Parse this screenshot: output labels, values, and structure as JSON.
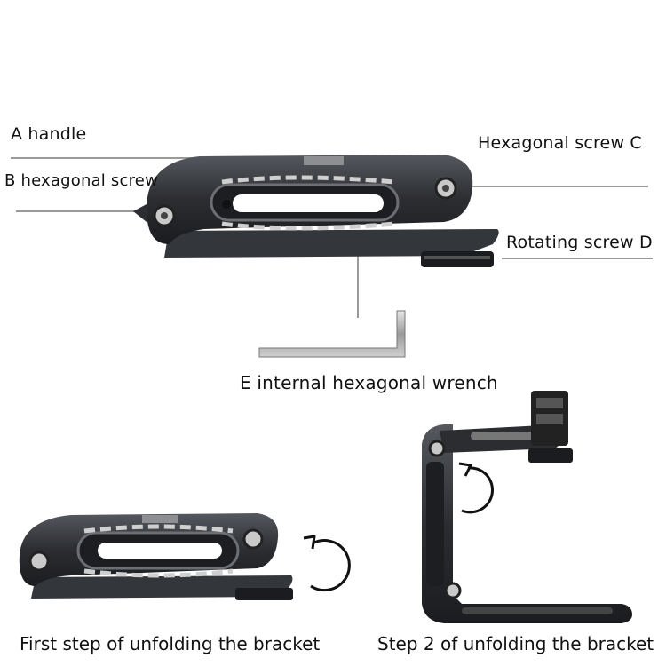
{
  "labels": {
    "a_handle": "A handle",
    "b_screw": "B hexagonal screw",
    "c_screw": "Hexagonal screw C",
    "d_screw": "Rotating screw D",
    "e_wrench": "E internal hexagonal wrench"
  },
  "captions": {
    "step1": "First step of unfolding the bracket",
    "step2": "Step 2 of unfolding the bracket"
  },
  "colors": {
    "metal_dark": "#2b2d31",
    "metal_mid": "#4a4d52",
    "leader_line": "#999999",
    "arrow": "#111111"
  },
  "icons": [
    "rotate-arrow-icon",
    "rotate-arrow-icon"
  ]
}
